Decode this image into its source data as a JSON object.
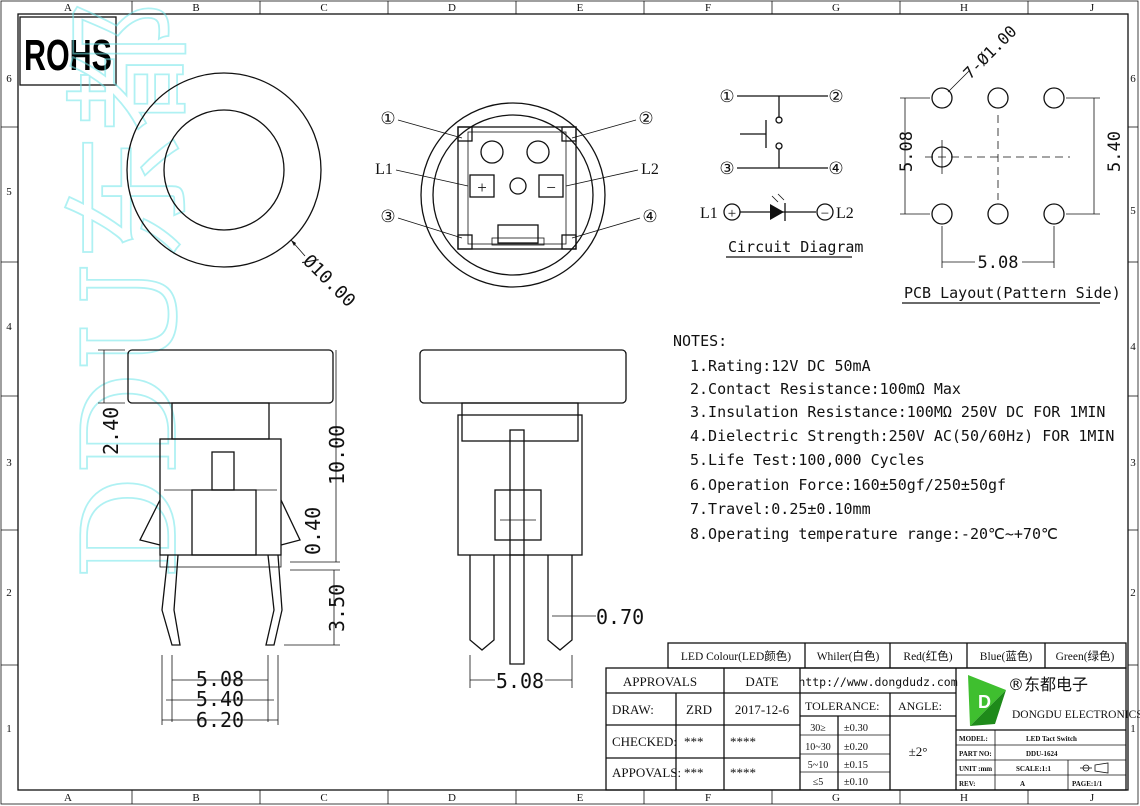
{
  "rohs": "ROHS",
  "grid": {
    "cols": [
      "A",
      "B",
      "C",
      "D",
      "E",
      "F",
      "G",
      "H",
      "J"
    ],
    "rows": [
      "6",
      "5",
      "4",
      "3",
      "2",
      "1"
    ]
  },
  "dims": {
    "diameter": "Ø10.00",
    "h240": "2.40",
    "h1000": "10.00",
    "h040": "0.40",
    "h350": "3.50",
    "w508a": "5.08",
    "w540": "5.40",
    "w620": "6.20",
    "w508b": "5.08",
    "w070": "0.70",
    "pcb_hole": "7-Ø1.00",
    "pcb_508v": "5.08",
    "pcb_540v": "5.40",
    "pcb_508h": "5.08"
  },
  "top_view": {
    "pins": [
      "①",
      "②",
      "③",
      "④"
    ],
    "l1": "L1",
    "l2": "L2",
    "plus": "+",
    "minus": "−"
  },
  "circuit": {
    "title": "Circuit Diagram",
    "pins": [
      "①",
      "②",
      "③",
      "④"
    ],
    "l1": "L1",
    "l2": "L2",
    "plus": "+",
    "minus": "−"
  },
  "pcb_title": "PCB Layout(Pattern Side)",
  "watermark": "DDU东都",
  "notes": {
    "heading": "NOTES:",
    "items": [
      "1.Rating:12V DC 50mA",
      "2.Contact Resistance:100mΩ Max",
      "3.Insulation Resistance:100MΩ 250V DC FOR 1MIN",
      "4.Dielectric Strength:250V AC(50/60Hz) FOR 1MIN",
      "5.Life Test:100,000 Cycles",
      "6.Operation Force:160±50gf/250±50gf",
      "7.Travel:0.25±0.10mm",
      "8.Operating temperature range:-20℃~+70℃"
    ]
  },
  "led_colour": {
    "label": "LED Colour(LED颜色)",
    "options": [
      "Whiler(白色)",
      "Red(红色)",
      "Blue(蓝色)",
      "Green(绿色)"
    ]
  },
  "title_block": {
    "approvals": "APPROVALS",
    "date": "DATE",
    "url": "http://www.dongdudz.com",
    "draw": "DRAW:",
    "drawer": "ZRD",
    "draw_date": "2017-12-6",
    "checked": "CHECKED:",
    "checked_by": "***",
    "checked_date": "****",
    "appovals": "APPOVALS:",
    "appovals_by": "***",
    "appovals_date": "****",
    "tolerance": "TOLERANCE:",
    "angle": "ANGLE:",
    "angle_value": "±2°",
    "tol_rows": [
      {
        "range": "30≥",
        "value": "±0.30"
      },
      {
        "range": "10~30",
        "value": "±0.20"
      },
      {
        "range": "5~10",
        "value": "±0.15"
      },
      {
        "range": "≤5",
        "value": "±0.10"
      }
    ],
    "company_cn": "®东都电子",
    "company_en": "DONGDU ELECTRONICS",
    "model_label": "MODEL:",
    "model": "LED Tact Switch",
    "part_label": "PART NO:",
    "part": "DDU-1624",
    "unit_label": "UNIT :mm",
    "scale": "SCALE:1:1",
    "rev_label": "REV:",
    "rev": "A",
    "page": "PAGE:1/1"
  }
}
